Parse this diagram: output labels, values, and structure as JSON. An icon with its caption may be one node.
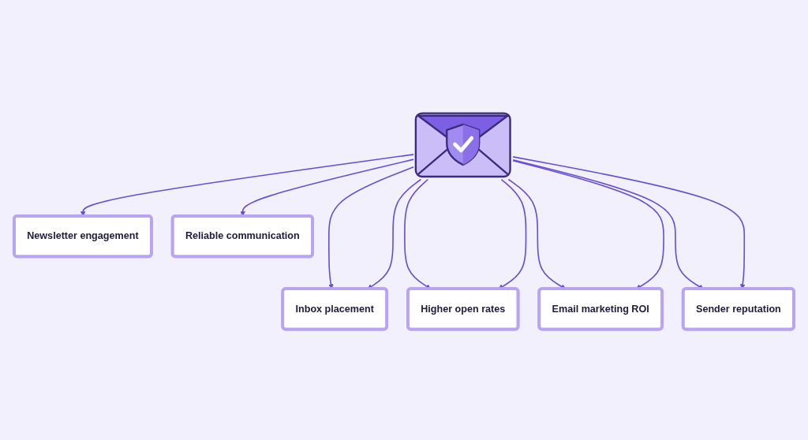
{
  "diagram": {
    "nodes": [
      {
        "text": [
          "Inbox placement"
        ]
      },
      {
        "text": [
          "Higher open rates"
        ]
      },
      {
        "text": [
          "Newsletter engagement"
        ]
      },
      {
        "text": [],
        "shape": "picture"
      },
      {
        "text": [
          "Reliable communication"
        ]
      },
      {
        "text": [
          "Email marketing ROI"
        ]
      },
      {
        "text": [
          "Sender reputation"
        ]
      }
    ],
    "edges": [
      {
        "from": 3,
        "to": 0,
        "arrow": "to"
      },
      {
        "from": 3,
        "to": 1,
        "arrow": "to"
      },
      {
        "from": 3,
        "to": 0,
        "arrow": "to"
      },
      {
        "from": 3,
        "to": 2,
        "arrow": "to"
      },
      {
        "from": 3,
        "to": 5,
        "arrow": "to"
      },
      {
        "from": 3,
        "to": 1,
        "arrow": "to"
      },
      {
        "from": 3,
        "to": 4,
        "arrow": "to"
      },
      {
        "from": 3,
        "to": 6,
        "arrow": "to"
      },
      {
        "from": 3,
        "to": 5,
        "arrow": "to"
      },
      {
        "from": 3,
        "to": 6,
        "arrow": "to"
      }
    ]
  }
}
